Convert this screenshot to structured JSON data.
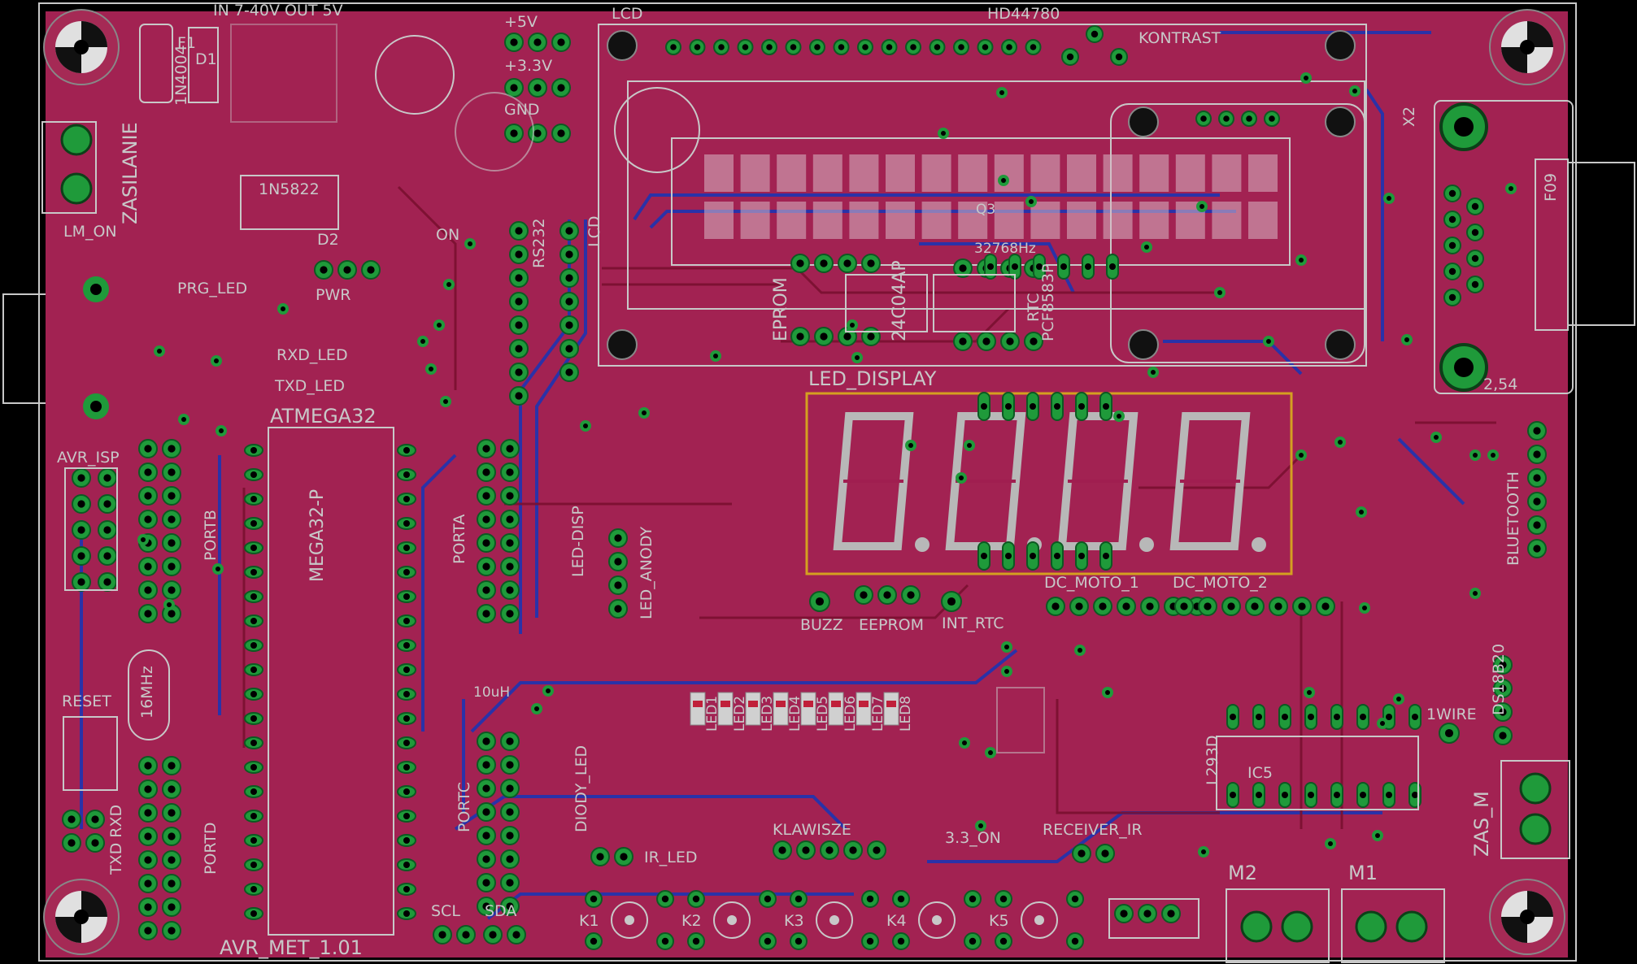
{
  "app": {
    "title": "AVR_MET_1.01"
  },
  "colors": {
    "background": "#000000",
    "board": "#a01e50",
    "copper_top": "#a52a52",
    "copper_bottom": "#2a32a8",
    "pad": "#1f9a3a",
    "silkscreen": "#c8c8c8",
    "frame": "#c8a020"
  },
  "labels": {
    "lcd": "LCD",
    "hd44780": "HD44780",
    "kontrast": "KONTRAST",
    "p5v": "+5V",
    "p33v": "+3.3V",
    "gnd": "GND",
    "f1": "F1",
    "d1": "D1",
    "n4004": "1N4004",
    "zasilanie": "ZASILANIE",
    "n5822": "1N5822",
    "d2": "D2",
    "pwr": "PWR",
    "lm_on": "LM_ON",
    "prg_led": "PRG_LED",
    "on": "ON",
    "rs232": "RS232",
    "lcd_hdr": "LCD",
    "eprom": "EPROM",
    "ap": "24C04AP",
    "rtc": "RTC",
    "pcf": "PCF8583P",
    "q3": "Q3",
    "khz": "32768Hz",
    "x2": "X2",
    "f09": "F09",
    "p254": "2,54",
    "rxd_led": "RXD_LED",
    "txd_led": "TXD_LED",
    "atmega": "ATMEGA32",
    "mega": "MEGA32-P",
    "avr_isp": "AVR_ISP",
    "portb": "PORTB",
    "porta": "PORTA",
    "led_disp": "LED-DISP",
    "led_anody": "LED_ANODY",
    "led_display": "LED_DISPLAY",
    "bluetooth": "BLUETOOTH",
    "buzz": "BUZZ",
    "eeprom": "EEPROM",
    "int_rtc": "INT_RTC",
    "dc1": "DC_MOTO_1",
    "dc2": "DC_MOTO_2",
    "ds18b20": "DS18B20",
    "wire1": "1WIRE",
    "l293d": "L293D",
    "ic5": "IC5",
    "zas_m": "ZAS_M",
    "m1": "M1",
    "m2": "M2",
    "mhz": "16MHz",
    "reset": "RESET",
    "uh": "10uH",
    "portc": "PORTC",
    "diody": "DIODY_LED",
    "portd": "PORTD",
    "txd_rxd": "TXD RXD",
    "ir_led": "IR_LED",
    "klawisze": "KLAWISZE",
    "on33": "3.3_ON",
    "receiver": "RECEIVER_IR",
    "scl": "SCL",
    "sda": "SDA",
    "top_edge": "IN 7-40V OUT 5V"
  },
  "leds": [
    "LED1",
    "LED2",
    "LED3",
    "LED4",
    "LED5",
    "LED6",
    "LED7",
    "LED8"
  ],
  "keys": [
    "K1",
    "K2",
    "K3",
    "K4",
    "K5"
  ],
  "seven_seg": {
    "display": "0.0.0.0.",
    "value": "0.0.0.0"
  }
}
